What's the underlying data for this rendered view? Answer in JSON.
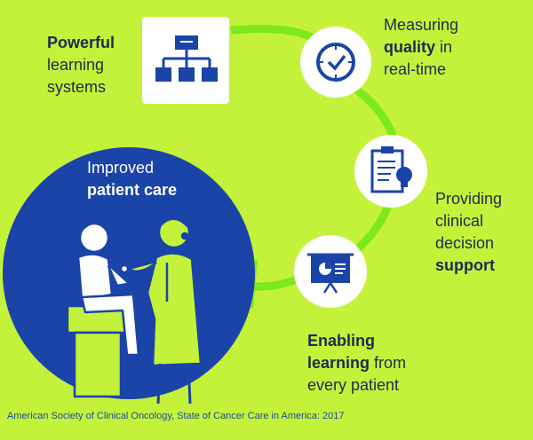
{
  "colors": {
    "background": "#c4f23a",
    "blue": "#1a44a8",
    "arrow": "#7ee81e",
    "text": "#1e2a52"
  },
  "steps": [
    {
      "bold_first": "Powerful",
      "rest": [
        "learning",
        "systems"
      ],
      "icon": "hierarchy-icon"
    },
    {
      "line1": "Measuring",
      "line2_bold": "quality",
      "line2_rest": " in",
      "line3": "real-time",
      "icon": "clock-icon"
    },
    {
      "line1": "Providing",
      "line2": "clinical",
      "line3": "decision",
      "line4_bold": "support",
      "icon": "clipboard-lightbulb-icon"
    },
    {
      "line1_bold": "Enabling",
      "line2_bold": "learning",
      "line2_rest": " from",
      "line3": "every patient",
      "icon": "presentation-board-icon"
    }
  ],
  "center": {
    "line1": "Improved",
    "line2_bold": "patient care",
    "icon": "doctor-patient-icon"
  },
  "source": "American Society of Clinical Oncology, State of Cancer Care in America: 2017"
}
